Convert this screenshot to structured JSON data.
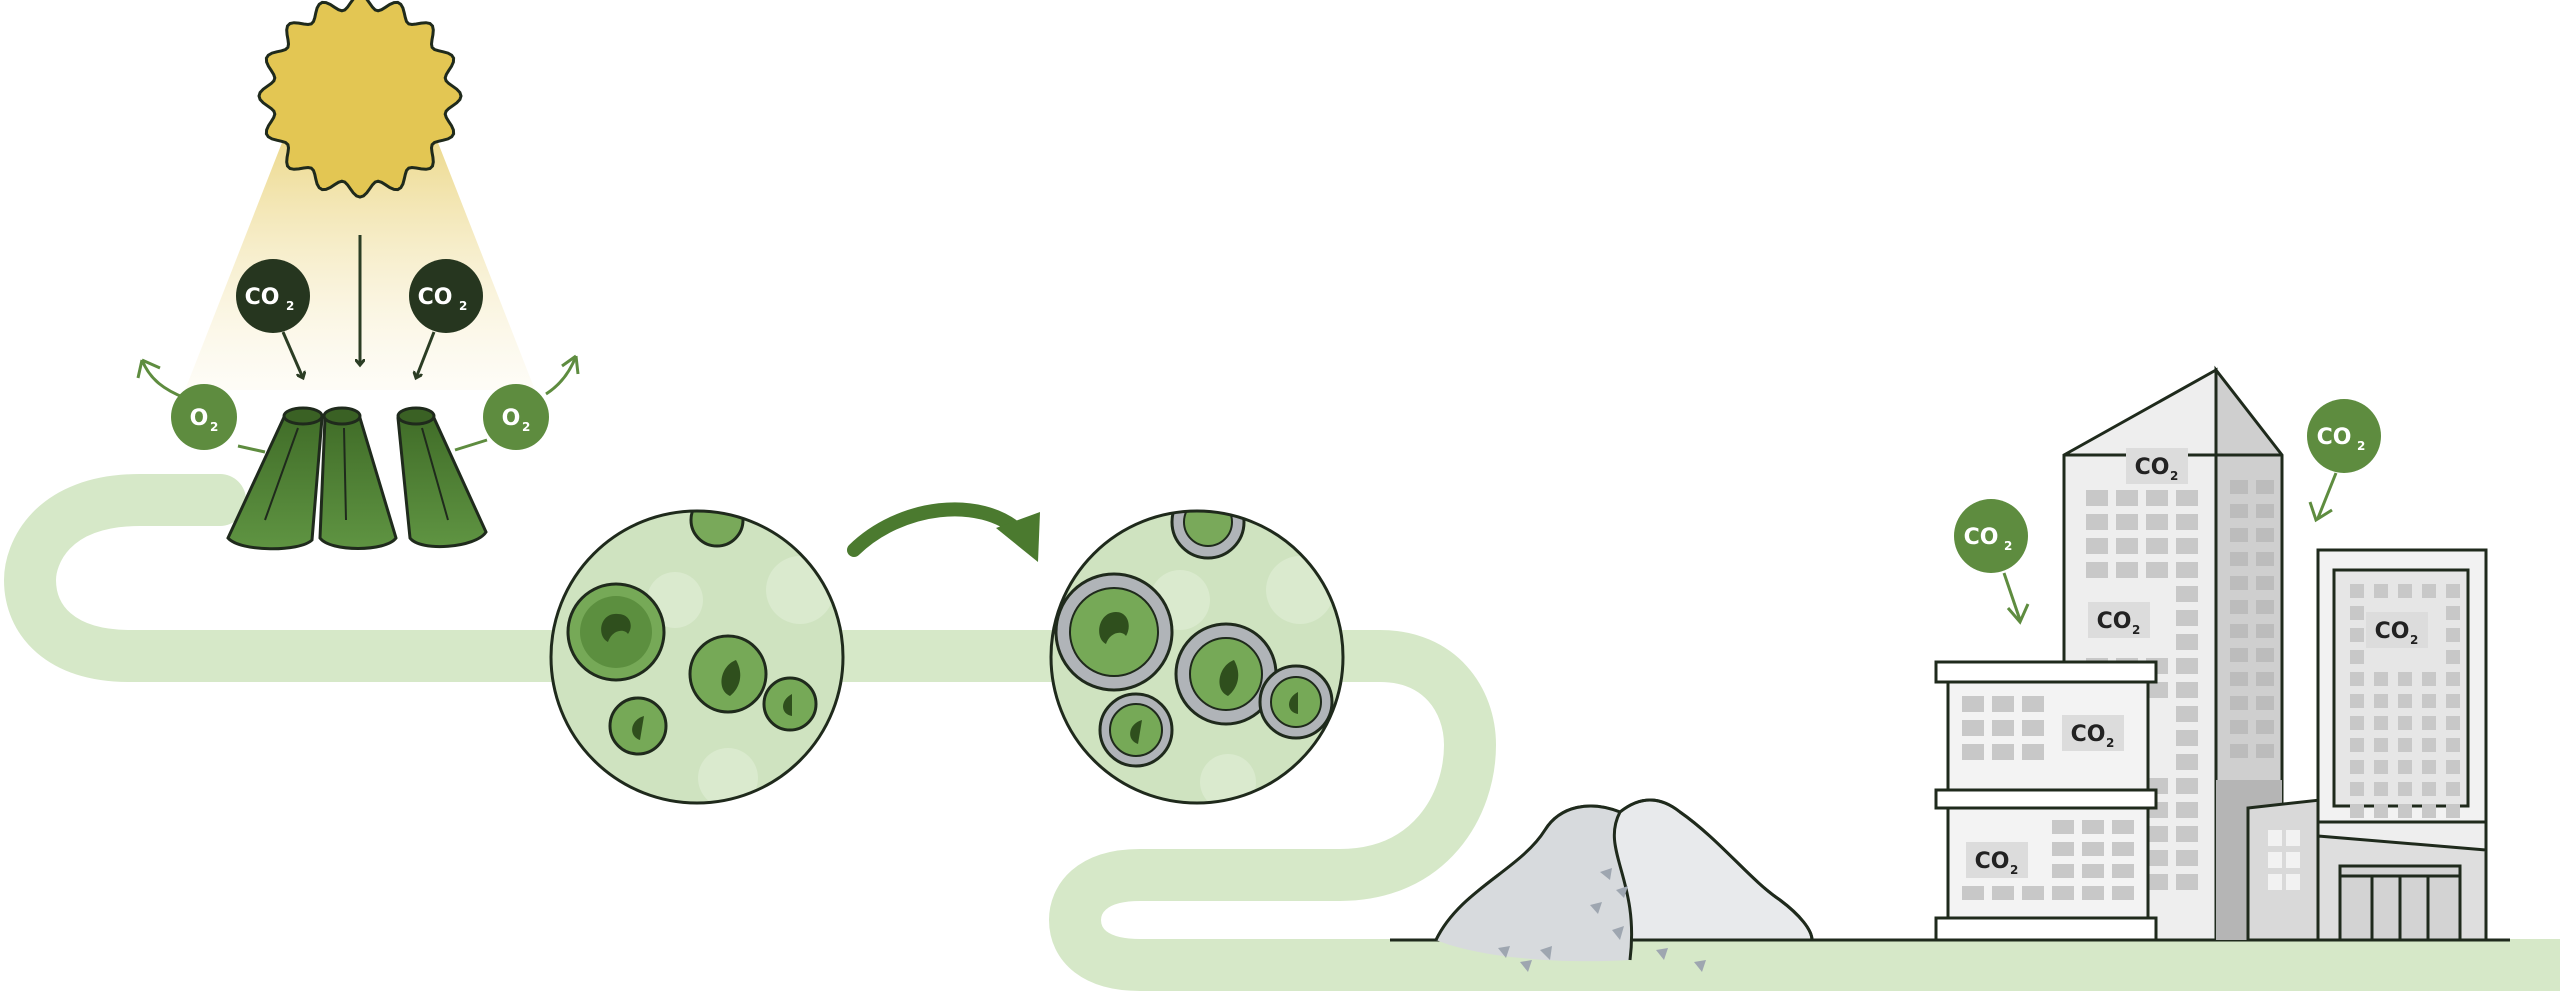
{
  "co2_label": "CO",
  "co2_sub": "2",
  "o2_label": "O",
  "o2_sub": "2",
  "colors": {
    "sun_fill": "#e3c653",
    "dark_green": "#2b3d24",
    "mid_green": "#5e8c3f",
    "leaf_green": "#4b7a2f",
    "path_green": "#d6e8c8",
    "cell_bg": "#cfe3c0",
    "outline": "#1f2a1c",
    "building_light": "#eeeeee",
    "building_mid": "#cfcfcf",
    "building_dark": "#b3b3b3",
    "rubble": "#dcdfe2"
  },
  "icons": {
    "sun": "sun-icon",
    "algae": "algae-cluster-icon",
    "microscope_view": "algae-cell-magnified-icon",
    "calcified_cells": "calcified-algae-cell-icon",
    "process_arrow": "curved-arrow-icon",
    "limestone": "limestone-pile-icon",
    "buildings": "building-icon"
  }
}
